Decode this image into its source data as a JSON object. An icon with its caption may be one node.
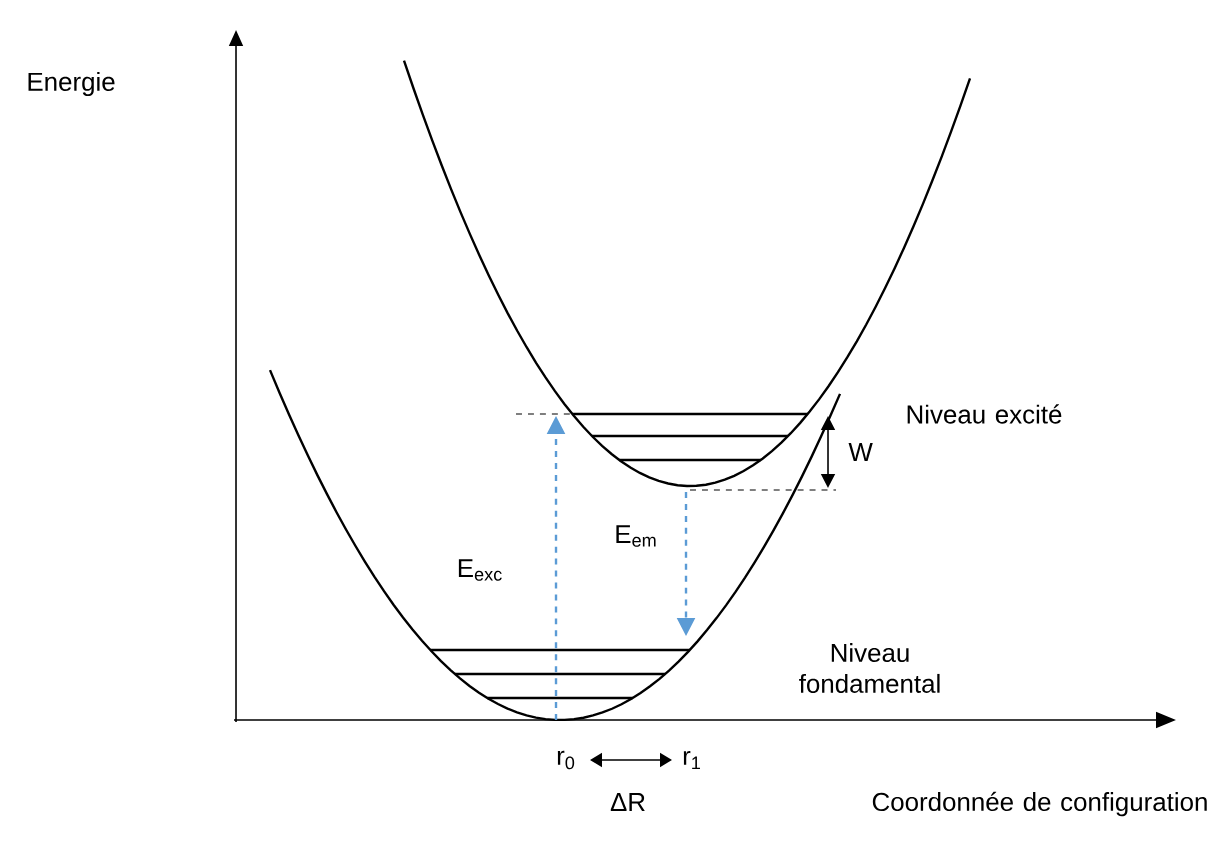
{
  "diagram": {
    "labels": [
      "Energie",
      "Niveau excité",
      "W",
      "E$_{exc}$",
      "E$_{em}$",
      "Niveau fondamental",
      "r$_{0}$",
      "r$_{1}$",
      "ΔR",
      "Coordonnée de configuration"
    ]
  }
}
